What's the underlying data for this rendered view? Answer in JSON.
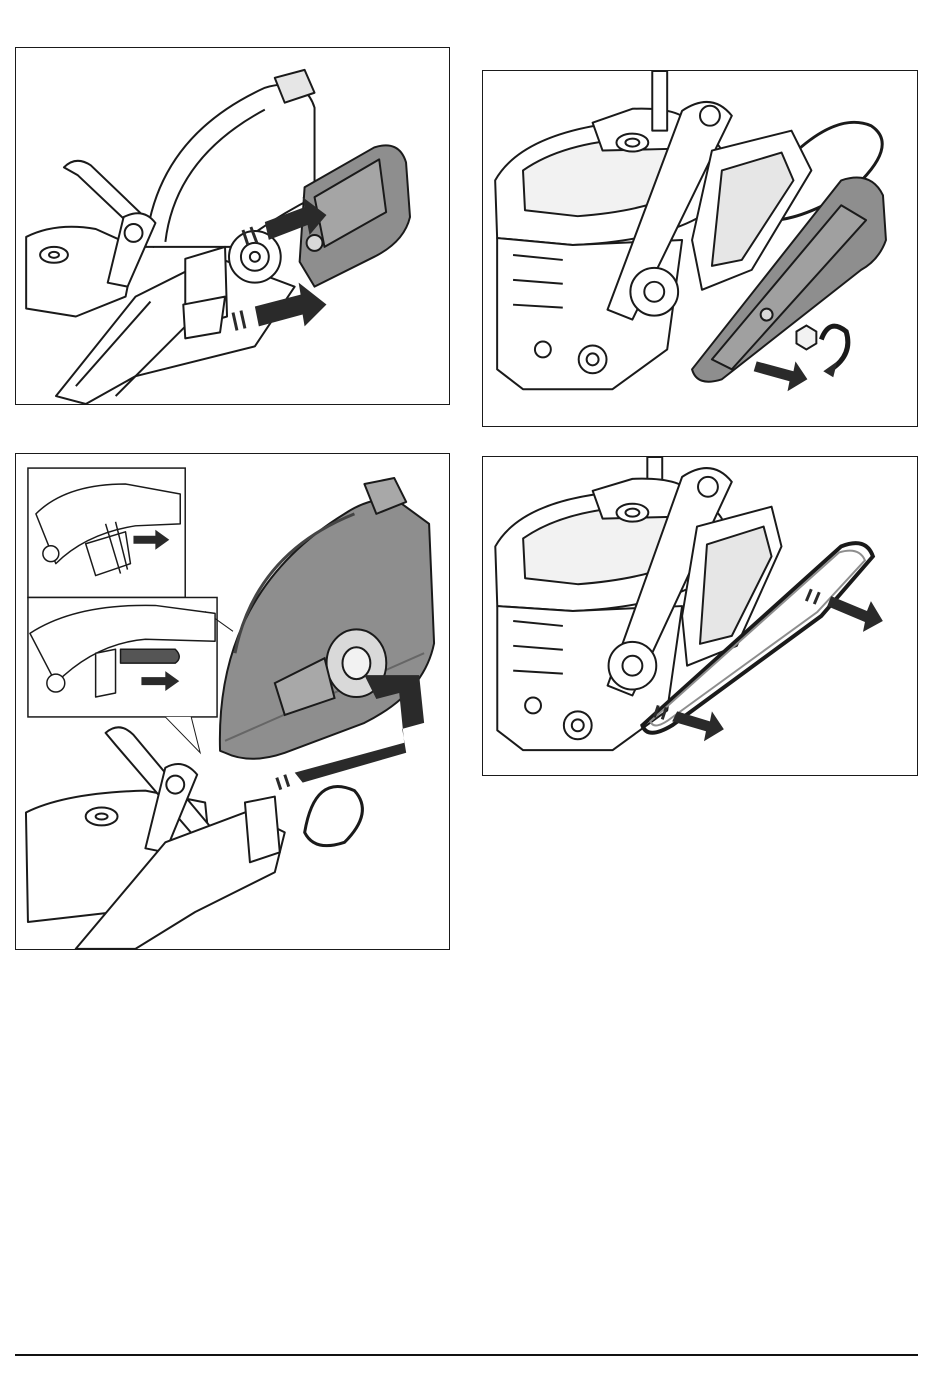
{
  "page": {
    "colors": {
      "line": "#1a1a1a",
      "cover_grey": "#8e8e8e",
      "arrow": "#2a2a2a",
      "machine_fill": "#ffffff",
      "light_grey": "#d9d9d9"
    }
  },
  "figures": [
    {
      "panel": 1,
      "icon": "cutter-guard-removal-illustration"
    },
    {
      "panel": 2,
      "icon": "belt-cover-nut-removal-illustration"
    },
    {
      "panel": 3,
      "icon": "blade-guard-assembly-with-inset-details-illustration"
    },
    {
      "panel": 4,
      "icon": "drive-belt-removal-illustration"
    }
  ]
}
